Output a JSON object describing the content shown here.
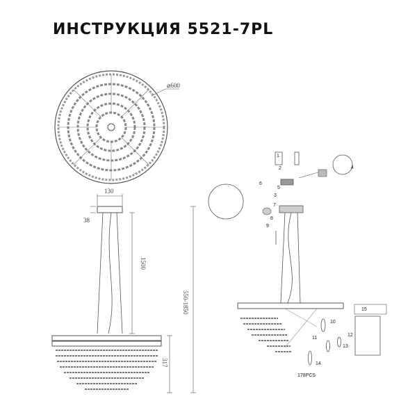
{
  "header": {
    "title": "ИНСТРУКЦИЯ 5521-7PL"
  },
  "top_view": {
    "diameter_label": "⌀600"
  },
  "side_view": {
    "canopy_width": "130",
    "canopy_height": "38",
    "cable_length": "1500",
    "total_height": "550-1850",
    "body_height": "317"
  },
  "assembly": {
    "part_numbers": [
      "1",
      "2",
      "3",
      "4",
      "5",
      "6",
      "7",
      "8",
      "9",
      "10",
      "11",
      "12",
      "13",
      "14",
      "15"
    ],
    "crystal_count": "178PCS"
  }
}
